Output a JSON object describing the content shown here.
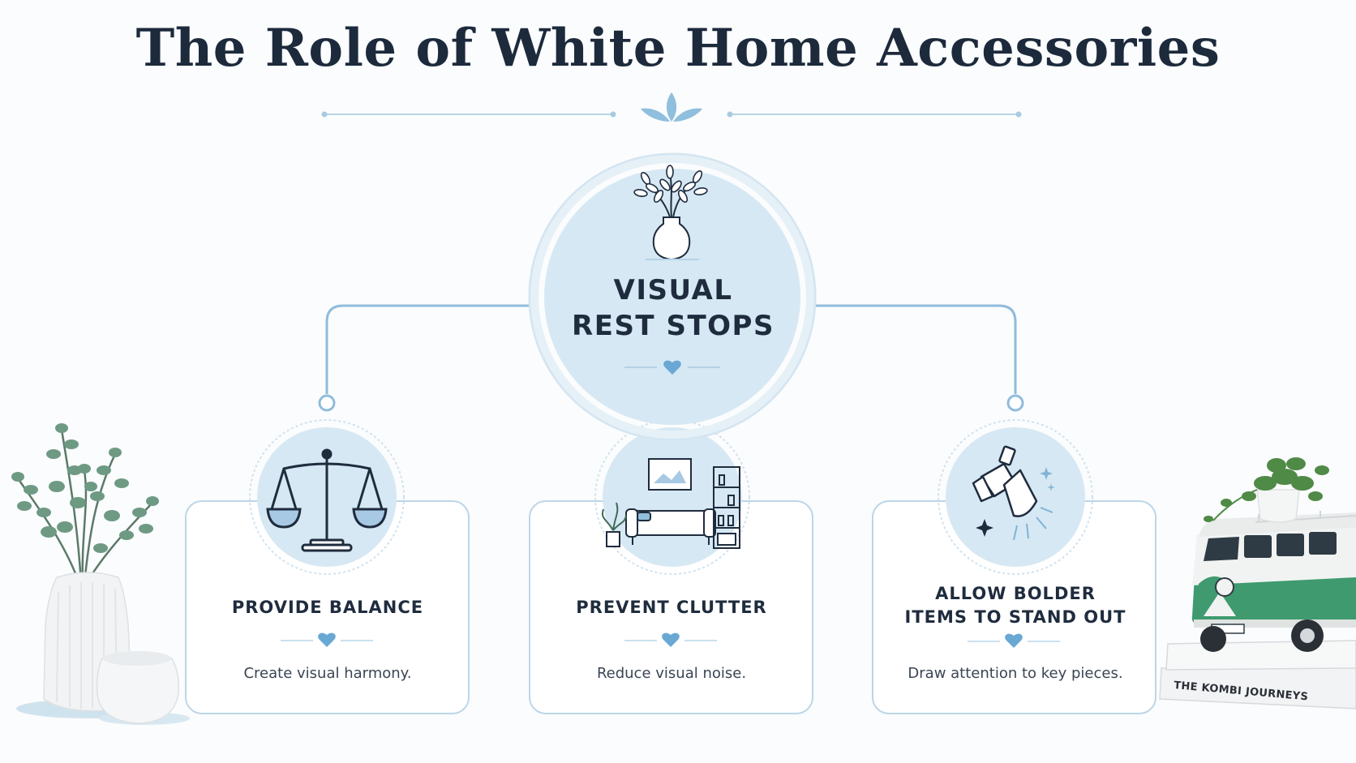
{
  "title": "The Role of White Home Accessories",
  "center": {
    "title": "VISUAL\nREST STOPS",
    "icon": "vase-with-branches-icon"
  },
  "cards": [
    {
      "title": "PROVIDE BALANCE",
      "text": "Create visual harmony.",
      "icon": "balance-scale-icon"
    },
    {
      "title": "PREVENT CLUTTER",
      "text": "Reduce visual noise.",
      "icon": "tidy-living-room-icon"
    },
    {
      "title": "ALLOW BOLDER ITEMS TO STAND OUT",
      "text": "Draw attention to key pieces.",
      "icon": "spotlight-icon"
    }
  ],
  "decor": {
    "book_title": "THE KOMBI JOURNEYS",
    "left": "white-vases-with-eucalyptus",
    "right": "green-van-model-on-books"
  },
  "colors": {
    "navy": "#1c2a3c",
    "accent_blue": "#7fb3d6",
    "circle_fill": "#d6e8f3",
    "line": "#9cc4de",
    "van_green": "#3f9a6f"
  }
}
